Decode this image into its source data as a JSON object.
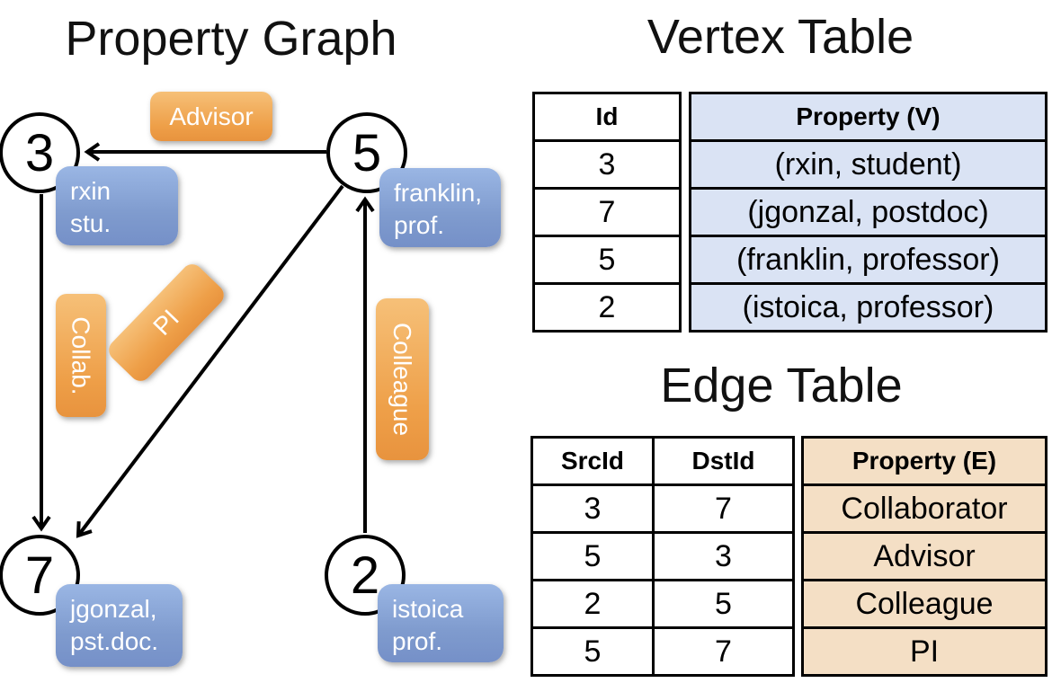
{
  "titles": {
    "graph": "Property Graph",
    "vertex_table": "Vertex Table",
    "edge_table": "Edge Table"
  },
  "graph": {
    "nodes": [
      {
        "id": "3",
        "prop_line1": "rxin",
        "prop_line2": "stu."
      },
      {
        "id": "5",
        "prop_line1": "franklin,",
        "prop_line2": "prof."
      },
      {
        "id": "7",
        "prop_line1": "jgonzal,",
        "prop_line2": "pst.doc."
      },
      {
        "id": "2",
        "prop_line1": "istoica",
        "prop_line2": "prof."
      }
    ],
    "edge_labels": {
      "advisor": "Advisor",
      "collab": "Collab.",
      "pi": "PI",
      "colleague": "Colleague"
    },
    "edges": [
      {
        "src": "5",
        "dst": "3",
        "label": "Advisor"
      },
      {
        "src": "3",
        "dst": "7",
        "label": "Collab."
      },
      {
        "src": "5",
        "dst": "7",
        "label": "PI"
      },
      {
        "src": "2",
        "dst": "5",
        "label": "Colleague"
      }
    ]
  },
  "vertex_table": {
    "columns": [
      "Id",
      "Property (V)"
    ],
    "rows": [
      [
        "3",
        "(rxin, student)"
      ],
      [
        "7",
        "(jgonzal, postdoc)"
      ],
      [
        "5",
        "(franklin, professor)"
      ],
      [
        "2",
        "(istoica, professor)"
      ]
    ]
  },
  "edge_table": {
    "columns": [
      "SrcId",
      "DstId",
      "Property (E)"
    ],
    "rows": [
      [
        "3",
        "7",
        "Collaborator"
      ],
      [
        "5",
        "3",
        "Advisor"
      ],
      [
        "2",
        "5",
        "Colleague"
      ],
      [
        "5",
        "7",
        "PI"
      ]
    ]
  },
  "colors": {
    "edge_label_orange_top": "#f6c078",
    "edge_label_orange_bottom": "#e8933e",
    "vertex_box_blue_top": "#9ab6e4",
    "vertex_box_blue_bottom": "#7590c8",
    "vertex_property_column_bg": "#dae3f4",
    "edge_property_column_bg": "#f4dfc5",
    "line_color": "#000000",
    "text_on_fills": "#ffffff"
  }
}
